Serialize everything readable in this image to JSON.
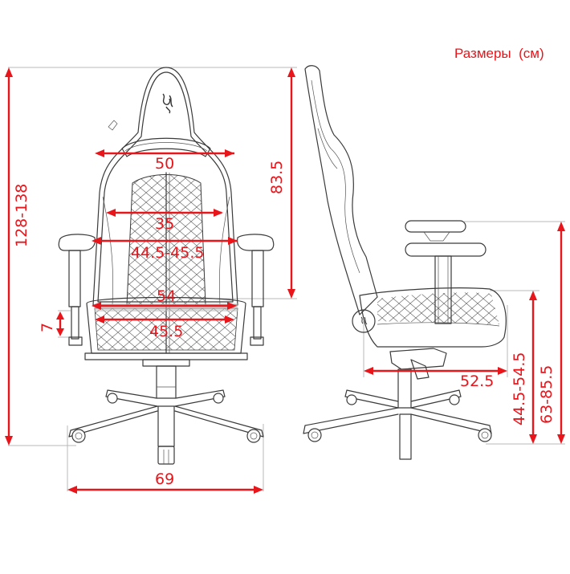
{
  "title": "Размеры  (см)",
  "colors": {
    "dimension": "#e8151b",
    "drawing": "#3a3a3a",
    "extension": "#b8b8b8",
    "background": "#ffffff"
  },
  "front_view": {
    "total_height": "128-138",
    "backrest_height": "83.5",
    "shoulder_width": "50",
    "lumbar_width": "35",
    "armrest_inner_width": "44.5-45.5",
    "seat_width": "54",
    "seat_inner_width": "45.5",
    "armrest_vertical_adjust": "7",
    "base_width": "69",
    "logo": "razer-logo-icon"
  },
  "side_view": {
    "seat_depth": "52.5",
    "seat_height": "44.5-54.5",
    "armrest_height": "63-85.5",
    "logo": "razer-logo-icon"
  }
}
